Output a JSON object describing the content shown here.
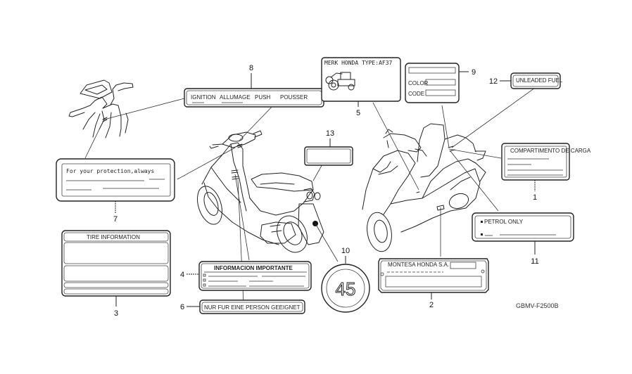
{
  "diagram": {
    "title": "Caution Labels",
    "diagram_code": "GBMV-F2500B",
    "callouts": {
      "c1": "1",
      "c2": "2",
      "c3": "3",
      "c4": "4",
      "c5": "5",
      "c6": "6",
      "c7": "7",
      "c8": "8",
      "c9": "9",
      "c10": "10",
      "c11": "11",
      "c12": "12",
      "c13": "13"
    },
    "labels": {
      "ignition": {
        "words": [
          "IGNITION",
          "ALLUMAGE",
          "PUSH",
          "POUSSER"
        ]
      },
      "type_label": {
        "text": "MERK HONDA TYPE:AF37"
      },
      "color_label": {
        "color_field": "COLOR",
        "code_field": "CODE"
      },
      "unleaded": {
        "text": "UNLEADED FUEL"
      },
      "cargo": {
        "text": "COMPARTIMENTO DE CARGA"
      },
      "petrol": {
        "bullet": "▪",
        "text": "PETROL ONLY"
      },
      "plate": {
        "text": "MONTESA HONDA S.A."
      },
      "info": {
        "text": "INFORMACION IMPORTANTE"
      },
      "person": {
        "text": "NUR FUR EINE PERSON GEEIGNET"
      },
      "protection": {
        "text": "For your protection,always"
      },
      "tire": {
        "text": "TIRE INFORMATION"
      },
      "speed": {
        "text": "45"
      }
    }
  }
}
